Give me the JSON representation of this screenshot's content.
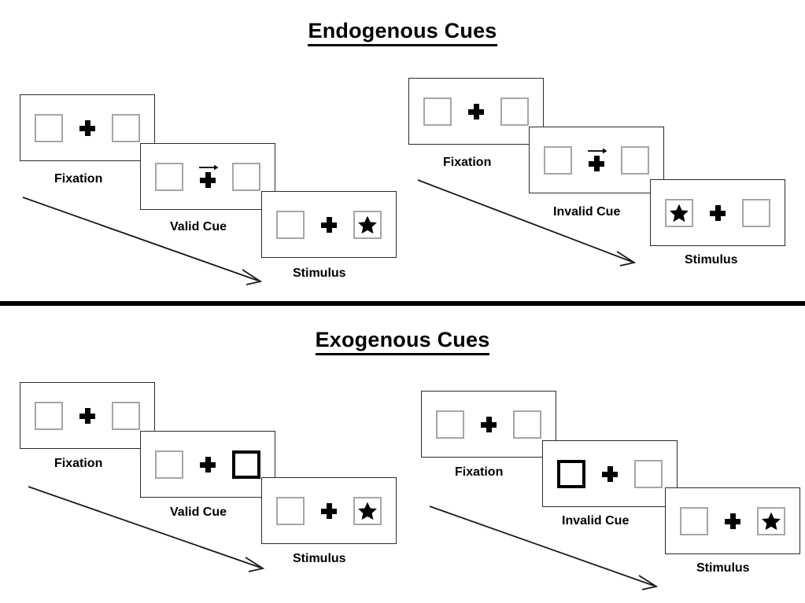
{
  "figure": {
    "title_endogenous": "Endogenous Cues",
    "title_exogenous": "Exogenous Cues"
  },
  "colors": {
    "stroke_panel": "#2b2b2b",
    "stroke_box": "#a6a6a6",
    "stroke_box_cued": "#000000",
    "fill_star": "#000000",
    "background": "#ffffff",
    "divider": "#000000"
  },
  "sections": [
    {
      "id": "endogenous",
      "title": "Endogenous Cues",
      "cue_type": "central arrow cue",
      "sequences": [
        {
          "id": "endogenous-valid",
          "condition": "Valid",
          "panels": [
            {
              "caption": "Fixation",
              "left_box": "empty",
              "right_box": "empty",
              "center": "cross",
              "arrow_cue": "none"
            },
            {
              "caption": "Valid Cue",
              "left_box": "empty",
              "right_box": "empty",
              "center": "cross-with-arrow",
              "arrow_cue": "right"
            },
            {
              "caption": "Stimulus",
              "left_box": "empty",
              "right_box": "star",
              "center": "cross",
              "arrow_cue": "none"
            }
          ]
        },
        {
          "id": "endogenous-invalid",
          "condition": "Invalid",
          "panels": [
            {
              "caption": "Fixation",
              "left_box": "empty",
              "right_box": "empty",
              "center": "cross",
              "arrow_cue": "none"
            },
            {
              "caption": "Invalid Cue",
              "left_box": "empty",
              "right_box": "empty",
              "center": "cross-with-arrow",
              "arrow_cue": "right"
            },
            {
              "caption": "Stimulus",
              "left_box": "star",
              "right_box": "empty",
              "center": "cross",
              "arrow_cue": "none"
            }
          ]
        }
      ]
    },
    {
      "id": "exogenous",
      "title": "Exogenous Cues",
      "cue_type": "peripheral box flash cue",
      "sequences": [
        {
          "id": "exogenous-valid",
          "condition": "Valid",
          "panels": [
            {
              "caption": "Fixation",
              "left_box": "empty",
              "right_box": "empty",
              "center": "cross",
              "arrow_cue": "none"
            },
            {
              "caption": "Valid Cue",
              "left_box": "empty",
              "right_box": "highlighted",
              "center": "cross",
              "arrow_cue": "none"
            },
            {
              "caption": "Stimulus",
              "left_box": "empty",
              "right_box": "star",
              "center": "cross",
              "arrow_cue": "none"
            }
          ]
        },
        {
          "id": "exogenous-invalid",
          "condition": "Invalid",
          "panels": [
            {
              "caption": "Fixation",
              "left_box": "empty",
              "right_box": "empty",
              "center": "cross",
              "arrow_cue": "none"
            },
            {
              "caption": "Invalid Cue",
              "left_box": "highlighted",
              "right_box": "empty",
              "center": "cross",
              "arrow_cue": "none"
            },
            {
              "caption": "Stimulus",
              "left_box": "empty",
              "right_box": "star",
              "center": "cross",
              "arrow_cue": "none"
            }
          ]
        }
      ]
    }
  ],
  "captions": {
    "fixation": "Fixation",
    "valid_cue": "Valid Cue",
    "invalid_cue": "Invalid Cue",
    "stimulus": "Stimulus"
  }
}
